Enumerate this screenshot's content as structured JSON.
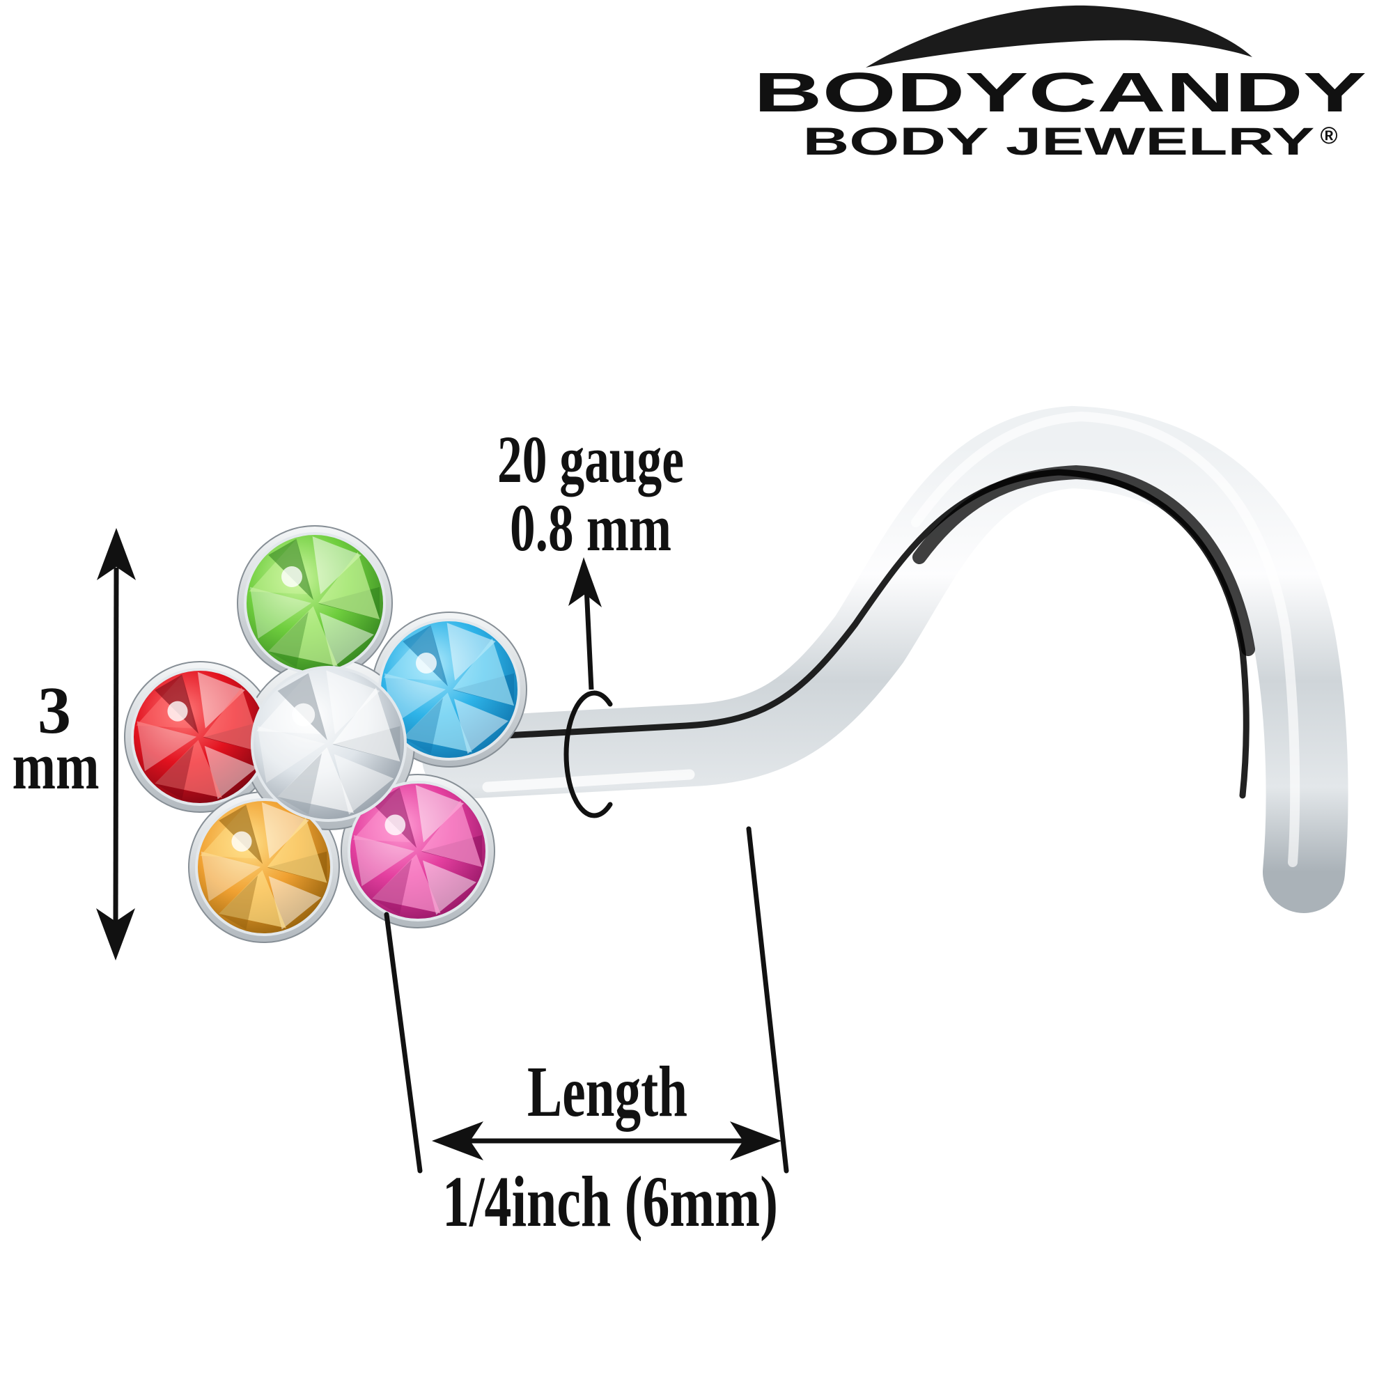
{
  "page": {
    "background": "#ffffff",
    "ink": "#111111"
  },
  "logo": {
    "brand": "BODYCANDY",
    "tagline": "BODY JEWELRY",
    "registered": "®",
    "color": "#1b1b1b"
  },
  "annotations": {
    "gauge_line1": "20 gauge",
    "gauge_line2": "0.8 mm",
    "head_height_value": "3",
    "head_height_unit": "mm",
    "length_label": "Length",
    "length_value": "1/4inch (6mm)"
  },
  "product": {
    "metal": {
      "light": "#eef1f3",
      "bright": "#fdfdfe",
      "mid": "#cfd5d9",
      "soft": "#e3e7ea",
      "dark": "#aab2b8",
      "bezel_light": "#f4f6f7",
      "bezel_dark": "#b2b9bf",
      "crease": "#0a0a0a"
    },
    "gem_rim": "#e3e8ec",
    "gems": {
      "green": {
        "base": "#6fce3e",
        "light": "#cdf6a0",
        "dark": "#2e7d1c"
      },
      "blue": {
        "base": "#2eb3e8",
        "light": "#aee9fb",
        "dark": "#0b6fa8"
      },
      "red": {
        "base": "#e2121f",
        "light": "#ff7a7a",
        "dark": "#6f0410"
      },
      "yellow": {
        "base": "#f0a132",
        "light": "#ffe08a",
        "dark": "#8a5a08"
      },
      "pink": {
        "base": "#e43f9f",
        "light": "#ff9ed4",
        "dark": "#8e1260"
      },
      "clear": {
        "base": "#dfe5ea",
        "light": "#ffffff",
        "dark": "#8d97a1"
      }
    }
  }
}
